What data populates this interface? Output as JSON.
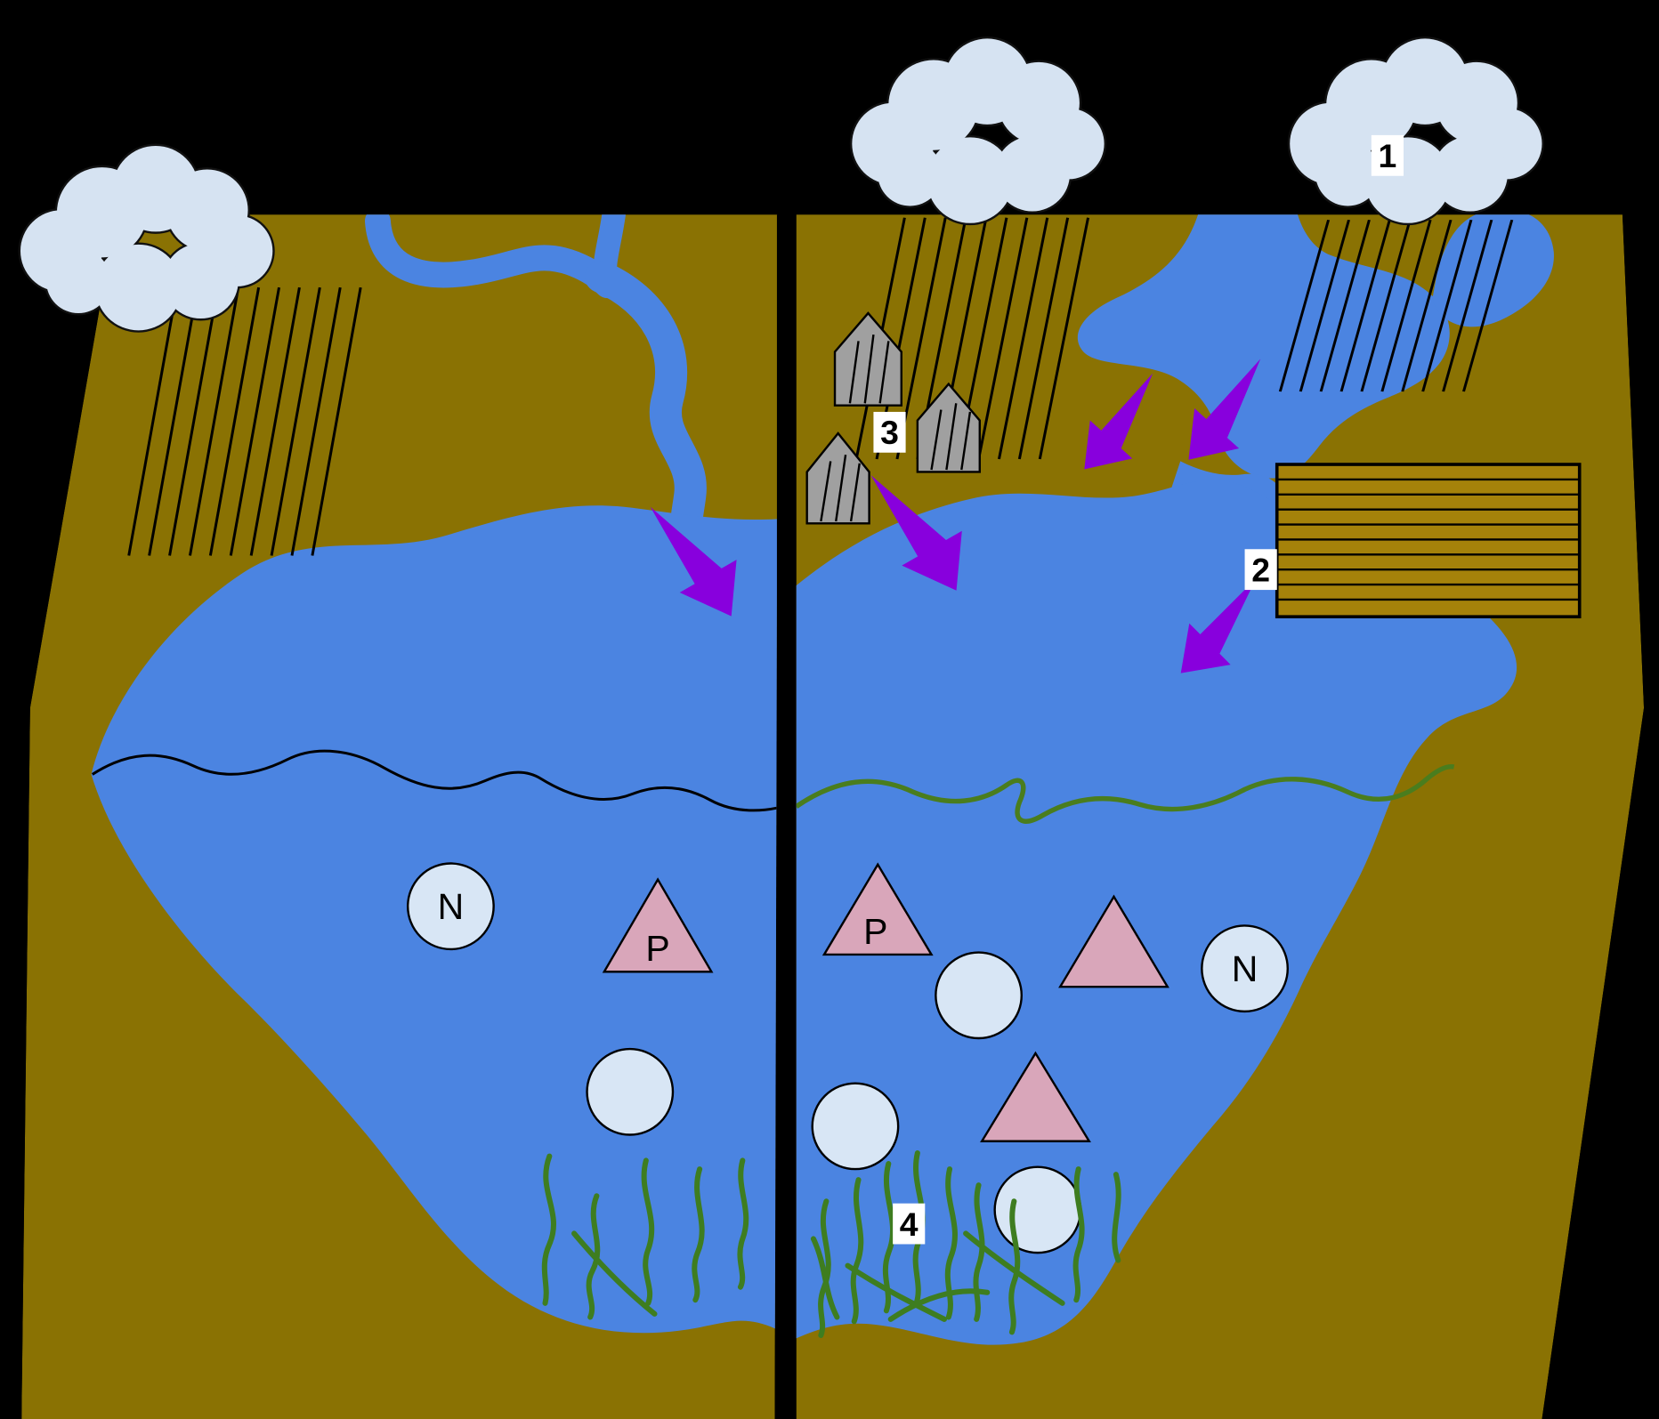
{
  "figure": {
    "type": "eutrophication-watershed-comparison",
    "callouts": {
      "c1": "1",
      "c2": "2",
      "c3": "3",
      "c4": "4"
    },
    "nutrient_labels": {
      "nitrogen": "N",
      "phosphorus": "P"
    },
    "colors": {
      "background": "#000000",
      "land": "#8a7203",
      "water": "#4b84e1",
      "cloud": "#d6e3f2",
      "rain": "#000000",
      "runoff_arrow": "#8800dd",
      "house": "#a0a0a0",
      "field": "#a5820a",
      "nutrient_circle_fill": "#d8e6f5",
      "nutrient_triangle_fill": "#d9a6ba",
      "plant_green": "#3e7d20",
      "waterline_left": "#000000",
      "waterline_right": "#4a7d1e"
    }
  }
}
